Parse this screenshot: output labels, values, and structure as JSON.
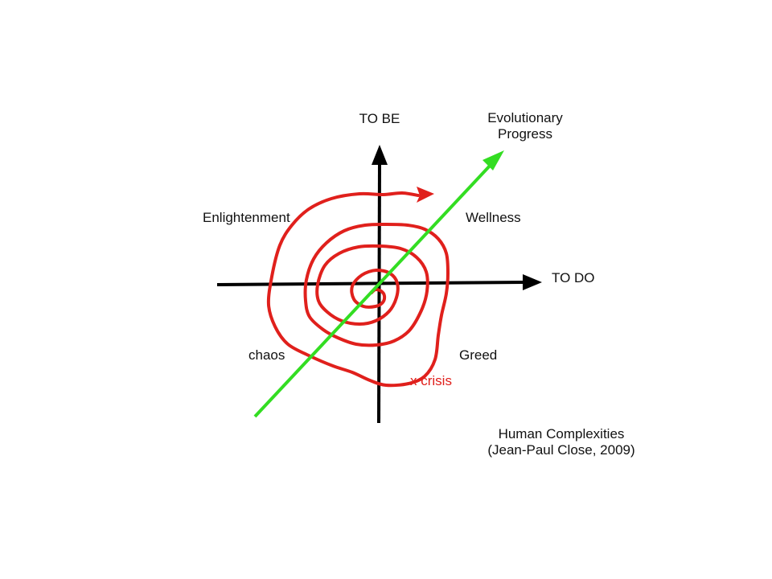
{
  "colors": {
    "axis": "#000000",
    "spiral": "#e0201c",
    "progress": "#33dd22",
    "text": "#111111",
    "crisis_text": "#e0201c",
    "background": "#ffffff"
  },
  "axes": {
    "vertical_label": "TO BE",
    "horizontal_label": "TO DO"
  },
  "progress_arrow": {
    "label_line1": "Evolutionary",
    "label_line2": "Progress"
  },
  "quadrants": {
    "top_left": "Enlightenment",
    "top_right": "Wellness",
    "bottom_left": "chaos",
    "bottom_right": "Greed"
  },
  "crisis_label": "x crisis",
  "credit": {
    "line1": "Human Complexities",
    "line2": "(Jean-Paul Close, 2009)"
  }
}
